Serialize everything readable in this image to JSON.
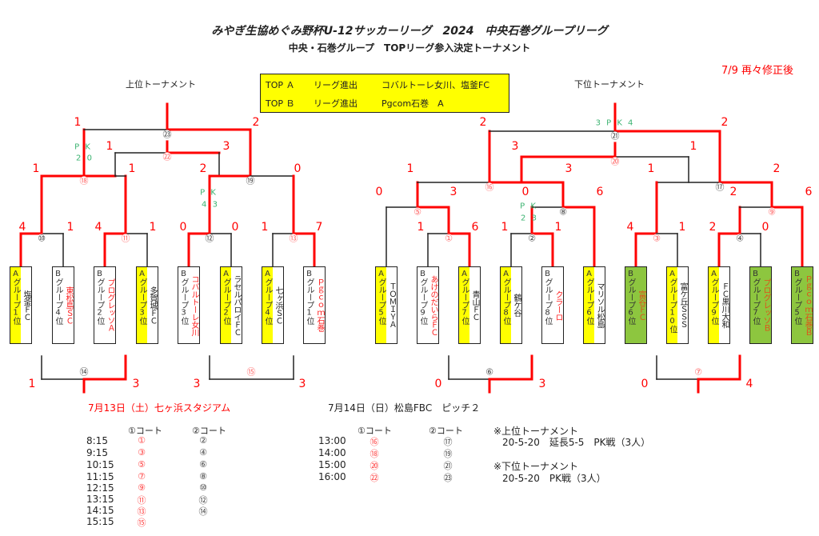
{
  "header": {
    "title": "みやぎ生協めぐみ野杯U-12サッカーリーグ　2024　中央石巻グループリーグ",
    "subtitle": "中央・石巻グループ　TOPリーグ参入決定トーナメント",
    "revision": "7/9 再々修正後"
  },
  "result_box": {
    "rows": [
      {
        "label": "TOP Ａ",
        "status": "リーグ進出",
        "teams": "コバルトーレ女川、塩釜FC"
      },
      {
        "label": "TOP Ｂ",
        "status": "リーグ進出",
        "teams": "Pgcom石巻　A"
      }
    ]
  },
  "upper": {
    "label": "上位トーナメント",
    "teams": [
      {
        "group": "Aグループ1位",
        "name": "塩釜ＦＣ",
        "color": "#222222",
        "style": "yellow"
      },
      {
        "group": "Bグループ4位",
        "name": "東松島ＳＣ",
        "color": "#ff2020",
        "style": "white"
      },
      {
        "group": "Bグループ2位",
        "name": "プログレッソＡ",
        "color": "#ff2020",
        "style": "white"
      },
      {
        "group": "Aグループ3位",
        "name": "多賀城ＦＣ",
        "color": "#222222",
        "style": "yellow"
      },
      {
        "group": "Bグループ3位",
        "name": "コバルトーレ女川",
        "color": "#ff2020",
        "style": "white"
      },
      {
        "group": "Aグループ2位",
        "name": "ラセルパロイＦＣ",
        "color": "#222222",
        "style": "yellow"
      },
      {
        "group": "Aグループ4位",
        "name": "七ヶ浜ＳＣ",
        "color": "#222222",
        "style": "yellow"
      },
      {
        "group": "Bグループ1位",
        "name": "Ｐｇｃｏｍ石巻",
        "color": "#ff2020",
        "style": "white"
      }
    ],
    "scores": [
      "1",
      "2",
      "1",
      "3",
      "1",
      "1",
      "2",
      "0",
      "4",
      "1",
      "4",
      "1",
      "0",
      "0",
      "1",
      "7",
      "1",
      "3",
      "3",
      "3"
    ],
    "pk": [
      "P K",
      "2 0",
      "P K",
      "4 3"
    ],
    "matches": [
      "⑩",
      "⑪",
      "⑫",
      "⑬",
      "⑱",
      "⑲",
      "㉒",
      "㉓",
      "⑭",
      "⑮"
    ]
  },
  "lower": {
    "label": "下位トーナメント",
    "teams": [
      {
        "group": "Aグループ5位",
        "name": "ＴＯＭＩＹＡ",
        "color": "#222222",
        "style": "yellow"
      },
      {
        "group": "Bグループ9位",
        "name": "あけのだいらＦＣ",
        "color": "#ff2020",
        "style": "white"
      },
      {
        "group": "Aグループ7位",
        "name": "青山ＦＣ",
        "color": "#222222",
        "style": "yellow"
      },
      {
        "group": "Aグループ8位",
        "name": "鶴ケ谷",
        "color": "#222222",
        "style": "yellow"
      },
      {
        "group": "Bグループ8位",
        "name": "クラーロ",
        "color": "#ff2020",
        "style": "white"
      },
      {
        "group": "Aグループ6位",
        "name": "マリソル松島",
        "color": "#222222",
        "style": "yellow"
      },
      {
        "group": "Bグループ6位",
        "name": "富谷ＦＣ",
        "color": "#e0501a",
        "style": "green"
      },
      {
        "group": "Aグループ10位",
        "name": "富ケ丘ＳＳＳ",
        "color": "#222222",
        "style": "yellow"
      },
      {
        "group": "Aグループ9位",
        "name": "ＦＣ黒川大和",
        "color": "#222222",
        "style": "yellow"
      },
      {
        "group": "Bグループ7位",
        "name": "プログレッソＢ",
        "color": "#e0501a",
        "style": "green"
      },
      {
        "group": "Bグループ5位",
        "name": "Ｐｇｃｏｍ石巻Ｂ",
        "color": "#e0501a",
        "style": "green"
      }
    ],
    "scores": [
      "2",
      "2",
      "3",
      "1",
      "1",
      "3",
      "1",
      "2",
      "0",
      "3",
      "0",
      "6",
      "2",
      "6",
      "1",
      "6",
      "1",
      "1",
      "4",
      "1",
      "2",
      "0",
      "0",
      "3",
      "0",
      "4"
    ],
    "pk": [
      "3 P K 4",
      "P K",
      "2 3"
    ],
    "matches": [
      "①",
      "②",
      "③",
      "④",
      "⑤",
      "⑧",
      "⑨",
      "⑯",
      "⑰",
      "⑳",
      "㉑",
      "⑥",
      "⑦"
    ]
  },
  "day1": {
    "date": "7月13日（土）七ヶ浜スタジアム",
    "court_headers": [
      "①コート",
      "②コート"
    ],
    "times": [
      "8:15",
      "9:15",
      "10:15",
      "11:15",
      "12:15",
      "13:15",
      "14:15",
      "15:15"
    ],
    "court1": [
      "①",
      "③",
      "⑤",
      "⑦",
      "⑨",
      "⑪",
      "⑬",
      "⑮"
    ],
    "court2": [
      "②",
      "④",
      "⑥",
      "⑧",
      "⑩",
      "⑫",
      "⑭"
    ]
  },
  "day2": {
    "date": "7月14日（日）松島FBC　ピッチ２",
    "court_headers": [
      "①コート",
      "②コート"
    ],
    "times": [
      "13:00",
      "14:00",
      "15:00",
      "16:00"
    ],
    "court1": [
      "⑯",
      "⑱",
      "⑳",
      "㉒"
    ],
    "court2": [
      "⑰",
      "⑲",
      "㉑",
      "㉓"
    ]
  },
  "notes": [
    "※上位トーナメント",
    "20-5-20　延長5-5　PK戦（3人）",
    "※下位トーナメント",
    "20-5-20　PK戦（3人）"
  ],
  "colors": {
    "win_line": "#ff0000",
    "line": "#222222",
    "group_a": "#ffff00",
    "group_b_lower": "#8dc63f",
    "pk": "#3cb371"
  }
}
